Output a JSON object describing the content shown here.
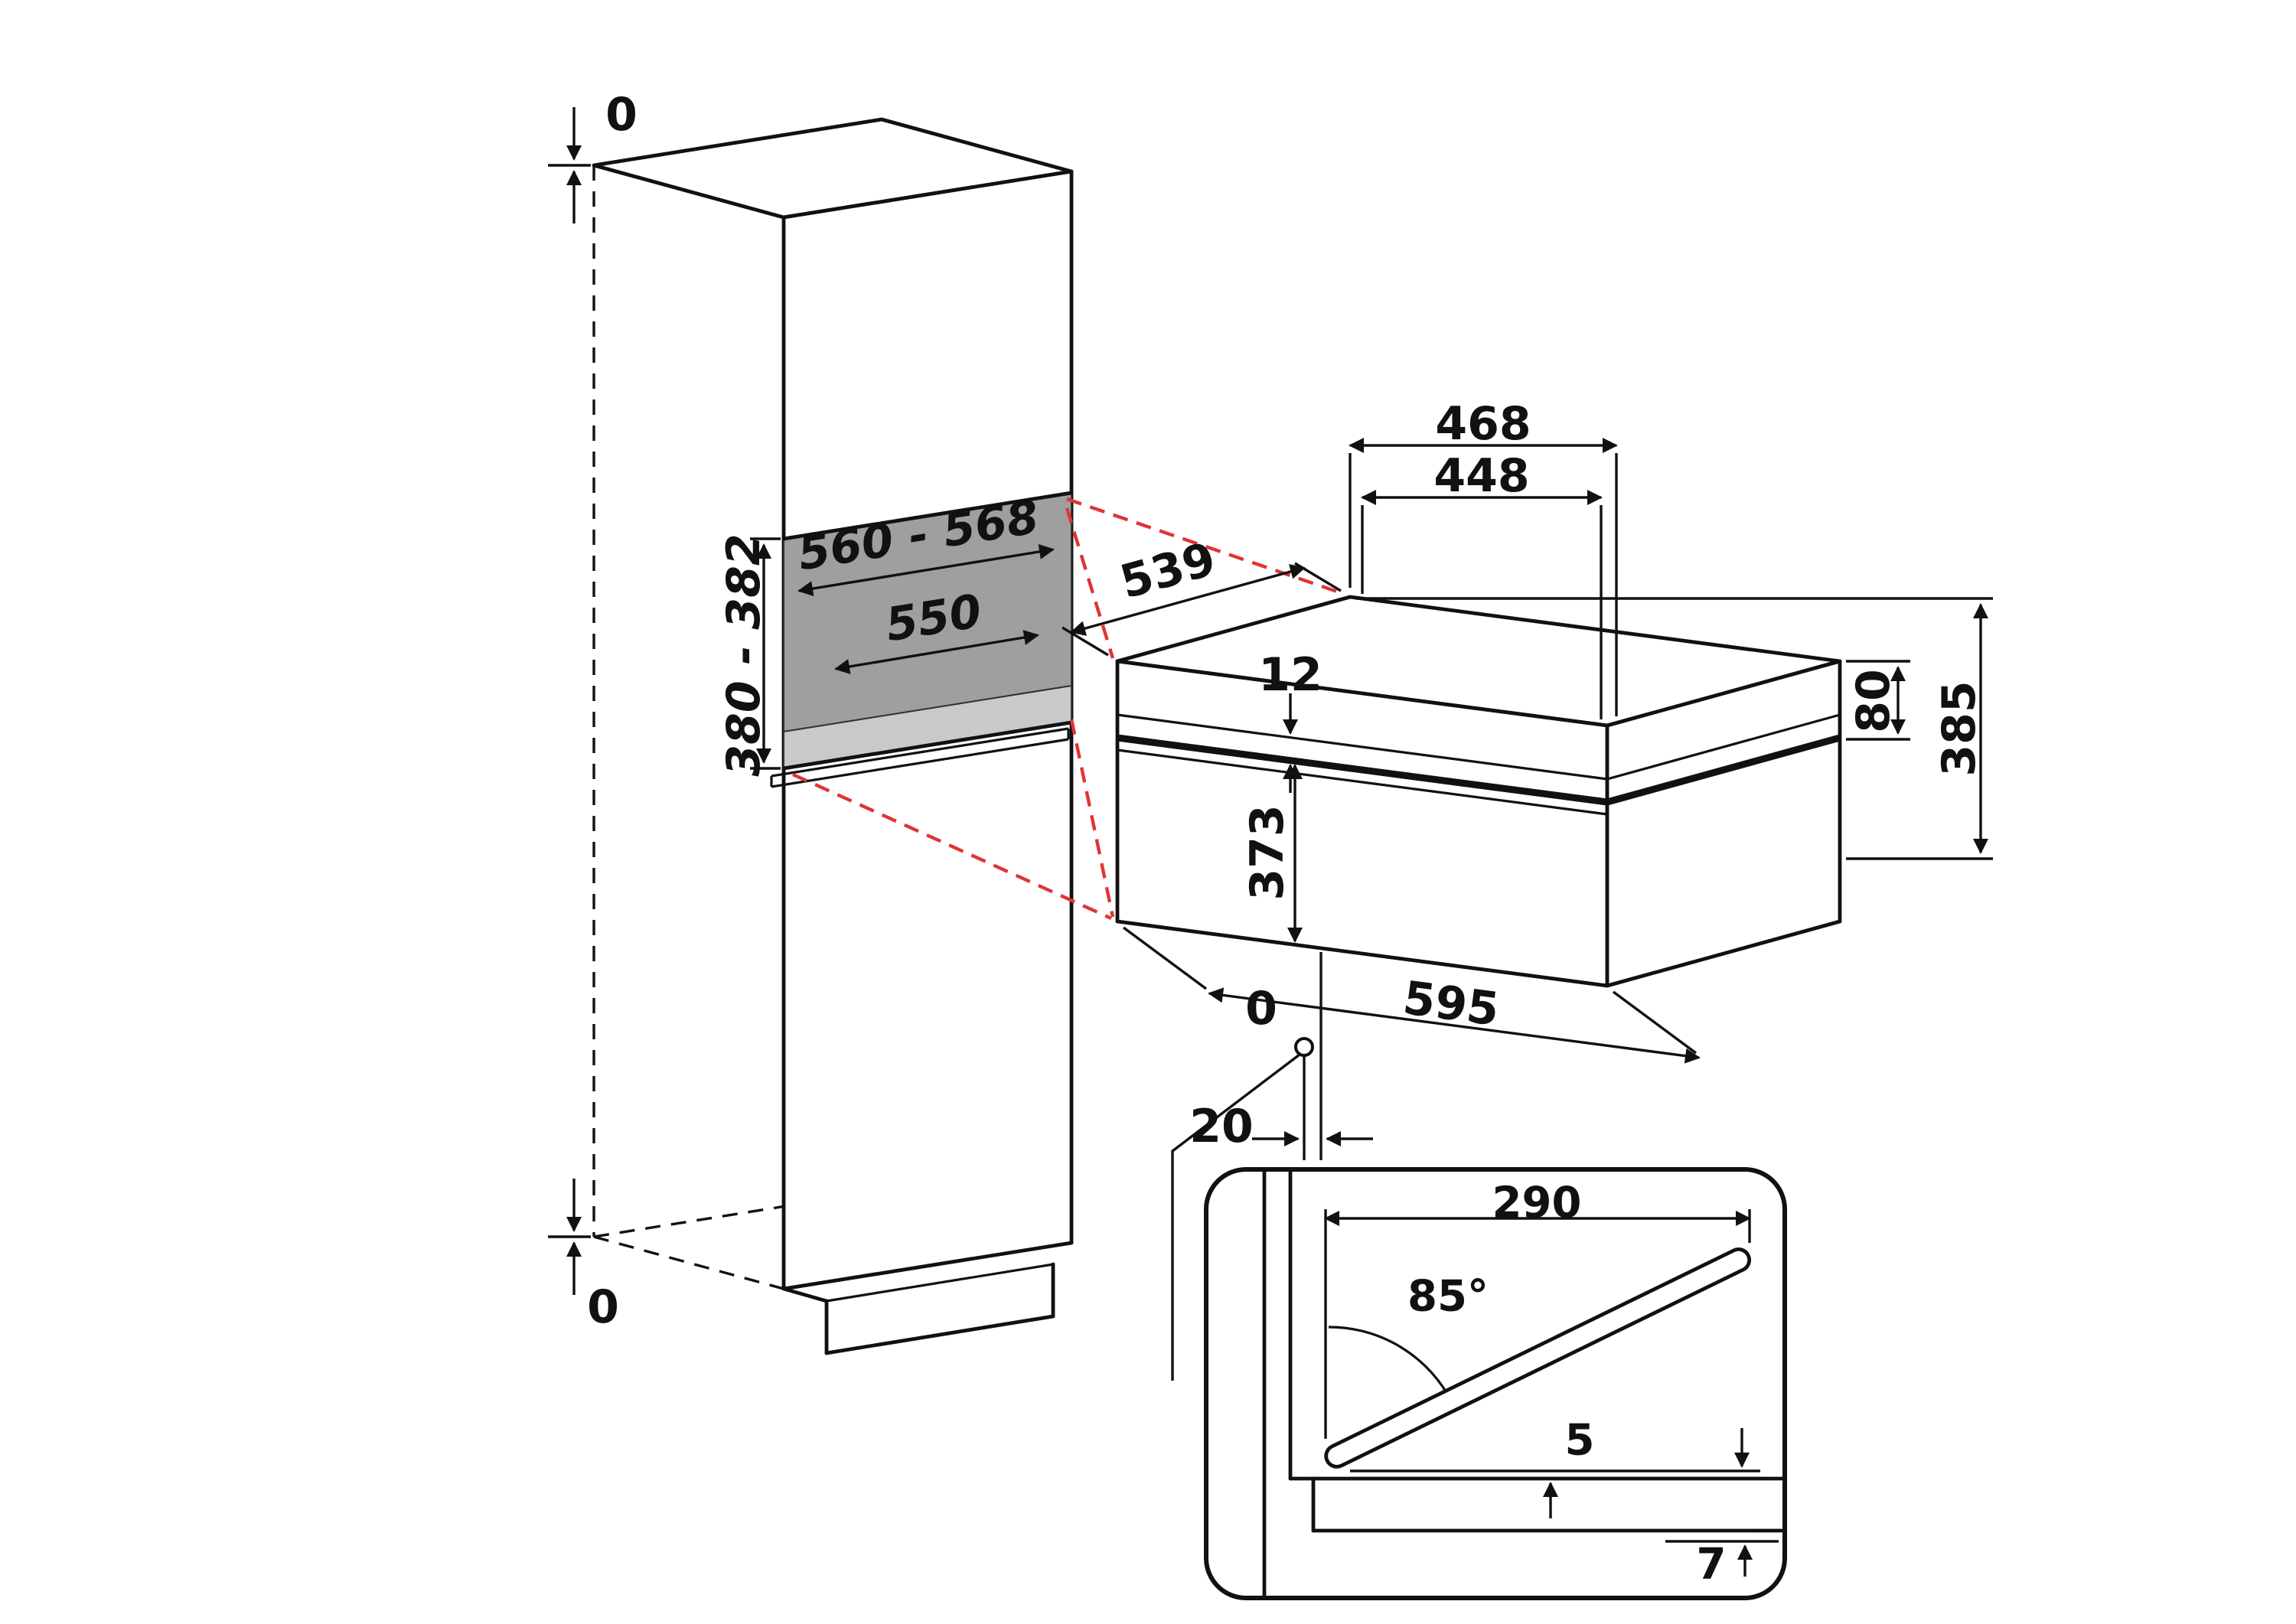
{
  "diagram": {
    "kind": "built-in-oven-installation-dimensions"
  },
  "labels": {
    "top_clearance": "0",
    "bottom_clearance": "0",
    "niche_width": "560 - 568",
    "niche_depth": "550",
    "niche_height": "380 - 382",
    "depth_overall": "468",
    "depth_body": "448",
    "side_depth": "539",
    "top_gap": "12",
    "door_height": "373",
    "panel_height": "80",
    "total_height": "385",
    "width": "595",
    "front_flush": "0",
    "front_protrusion": "20",
    "open_door_depth": "290",
    "open_angle": "85°",
    "door_floor_gap": "5",
    "edge_gap": "7"
  },
  "colors": {
    "outline": "#111111",
    "projection_line": "#e03434",
    "niche_back_wall": "#9f9f9f",
    "niche_floor": "#c9c9c9",
    "background": "#ffffff"
  }
}
